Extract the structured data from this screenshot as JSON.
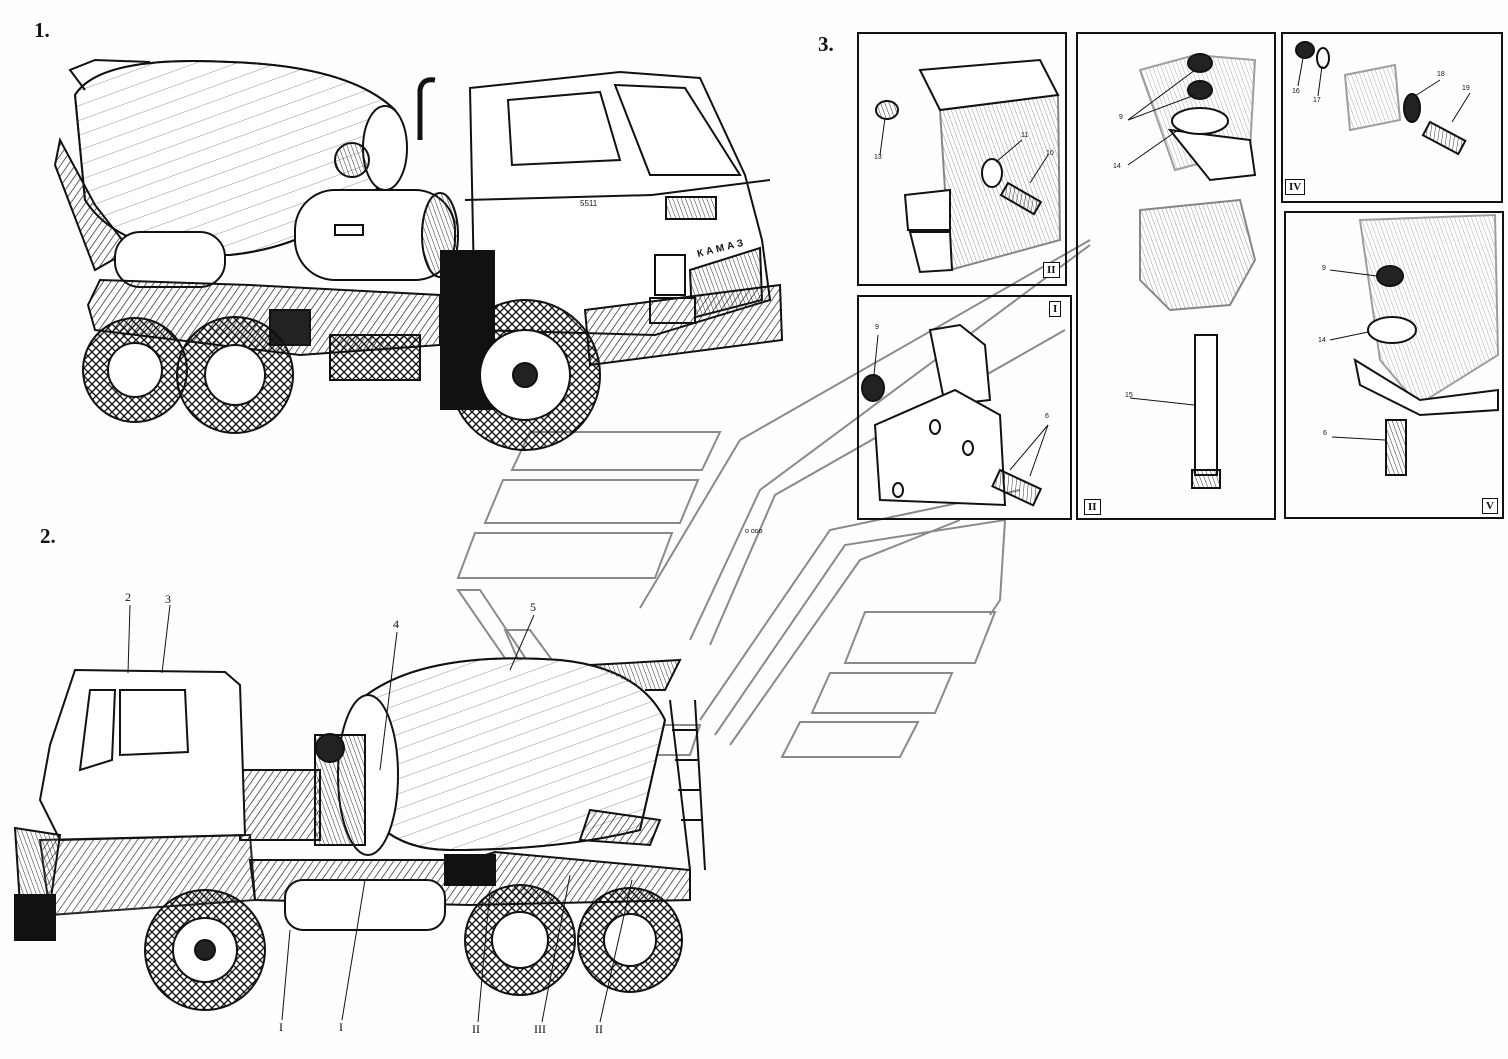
{
  "sections": [
    "1.",
    "2.",
    "3."
  ],
  "cab_badge": "5511",
  "grille_lettering": "КАМАЗ",
  "fig2_callouts": [
    "2",
    "3",
    "4",
    "5"
  ],
  "fig2_assembly_labels": [
    "I",
    "I",
    "II",
    "III",
    "II"
  ],
  "panels": {
    "p1": {
      "roman": "II",
      "parts": [
        "13",
        "11",
        "10"
      ]
    },
    "p2": {
      "roman": "I",
      "parts": [
        "9",
        "6"
      ]
    },
    "p3": {
      "roman": "II",
      "parts": [
        "9",
        "14",
        "15"
      ]
    },
    "p4": {
      "roman": "IV",
      "parts": [
        "16",
        "17",
        "18",
        "19"
      ]
    },
    "p5": {
      "roman": "V",
      "parts": [
        "9",
        "14",
        "6"
      ]
    }
  },
  "small_note": "о ооо"
}
